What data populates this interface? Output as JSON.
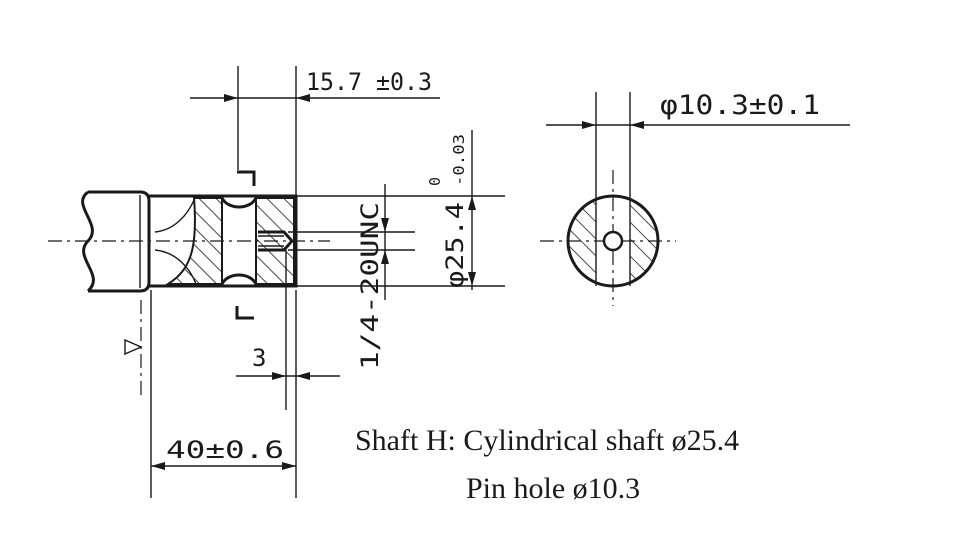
{
  "dimensions": {
    "groove_width": "15.7 ±0.3",
    "pin_hole_diameter": "φ10.3±0.1",
    "shaft_diameter": "φ25.4",
    "shaft_tolerance_upper": "0",
    "shaft_tolerance_lower": "-0.03",
    "thread": "1/4-20UNC",
    "thread_offset": "3",
    "shaft_length": "40±0.6"
  },
  "caption": {
    "line1": "Shaft H: Cylindrical shaft ø25.4",
    "line2": "Pin hole ø10.3"
  },
  "colors": {
    "ink": "#1a1a1a",
    "background": "#ffffff"
  }
}
